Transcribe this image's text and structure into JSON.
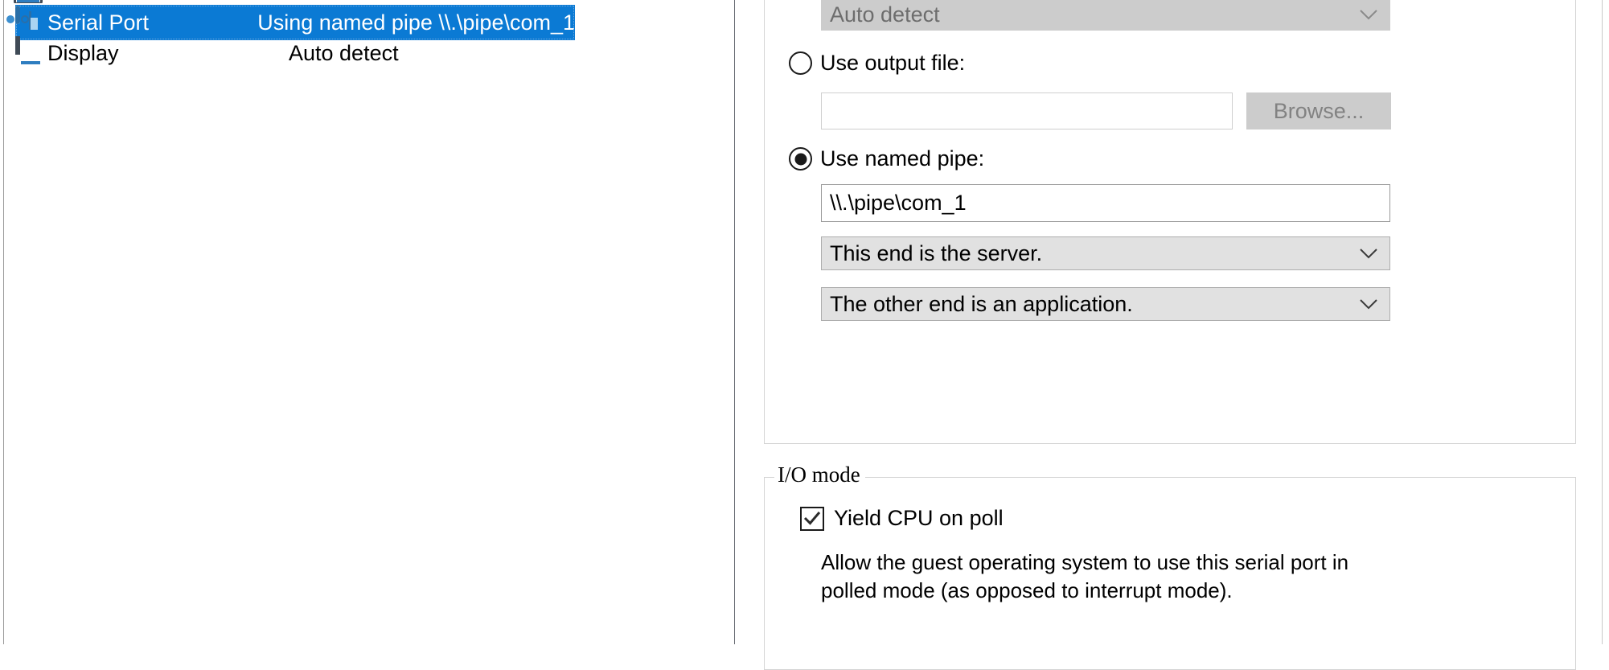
{
  "device_list": {
    "rows": [
      {
        "icon": "serial-port-icon",
        "label": "Serial Port",
        "summary": "Using named pipe \\\\.\\pipe\\com_1",
        "selected": true
      },
      {
        "icon": "display-monitor-icon",
        "label": "Display",
        "summary": "Auto detect",
        "selected": false
      }
    ]
  },
  "settings": {
    "connection": {
      "device_combo": {
        "value": "Auto detect",
        "enabled": false,
        "chevron": "chevron-down-icon"
      },
      "use_output_file": {
        "label": "Use output file:",
        "checked": false
      },
      "output_file_path": {
        "value": "",
        "placeholder": ""
      },
      "browse_button": {
        "label": "Browse...",
        "enabled": false
      },
      "use_named_pipe": {
        "label": "Use named pipe:",
        "checked": true
      },
      "named_pipe_path": {
        "value": "\\\\.\\pipe\\com_1"
      },
      "pipe_end_combo": {
        "value": "This end is the server.",
        "enabled": true,
        "chevron": "chevron-down-icon"
      },
      "pipe_other_end_combo": {
        "value": "The other end is an application.",
        "enabled": true,
        "chevron": "chevron-down-icon"
      }
    },
    "io_mode": {
      "legend": "I/O mode",
      "yield_cpu": {
        "label": "Yield CPU on poll",
        "checked": true
      },
      "description": "Allow the guest operating system to use this serial port in polled mode (as opposed to interrupt mode)."
    }
  },
  "colors": {
    "selection_blue": "#0b7ad4",
    "disabled_gray": "#cccccc",
    "combo_gray": "#e1e1e1",
    "icon_blue": "#2a6fa8"
  }
}
